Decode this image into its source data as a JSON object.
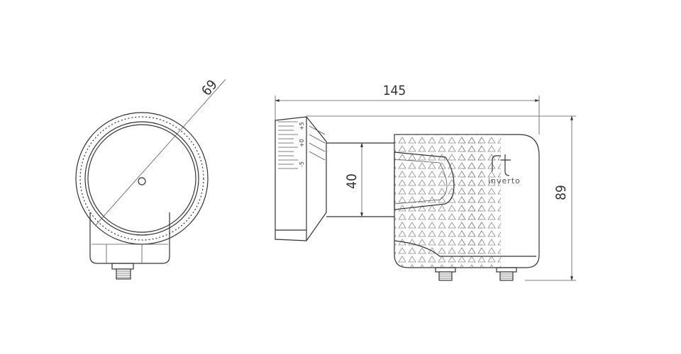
{
  "dimensions": {
    "front_diameter": "69",
    "overall_length": "145",
    "feed_diameter": "40",
    "overall_height": "89"
  },
  "skew_scale_labels": [
    "+5",
    "+0",
    "-5"
  ],
  "brand": {
    "logo_text": "inverto"
  },
  "colors": {
    "line": "#333333",
    "background": "#ffffff"
  }
}
